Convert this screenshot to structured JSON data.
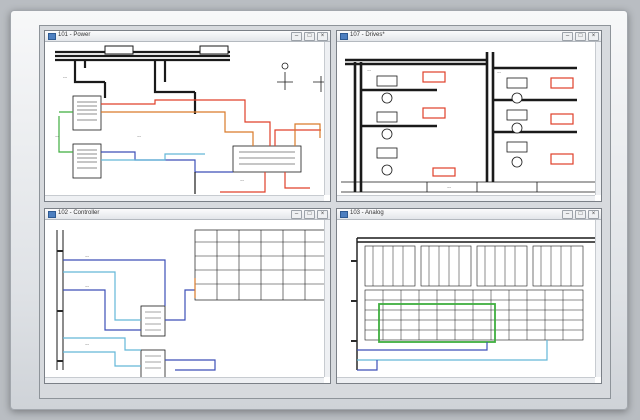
{
  "windows": {
    "power": {
      "title": "101 - Power",
      "icon": "schematic-document-icon"
    },
    "drives": {
      "title": "107 - Drives*",
      "icon": "schematic-document-icon"
    },
    "controller": {
      "title": "102 - Controller",
      "icon": "schematic-document-icon"
    },
    "analog": {
      "title": "103 - Analog",
      "icon": "schematic-document-icon"
    }
  },
  "window_buttons": {
    "minimize": "–",
    "maximize": "□",
    "close": "×"
  },
  "colors": {
    "wire_black": "#1a1a1a",
    "wire_red": "#e0402a",
    "wire_blue": "#3d4fb8",
    "wire_cyan": "#63b7d8",
    "wire_orange": "#d97a2a",
    "wire_green": "#3fae3f",
    "wire_purple": "#7a4fb0",
    "background": "#ffffff"
  }
}
